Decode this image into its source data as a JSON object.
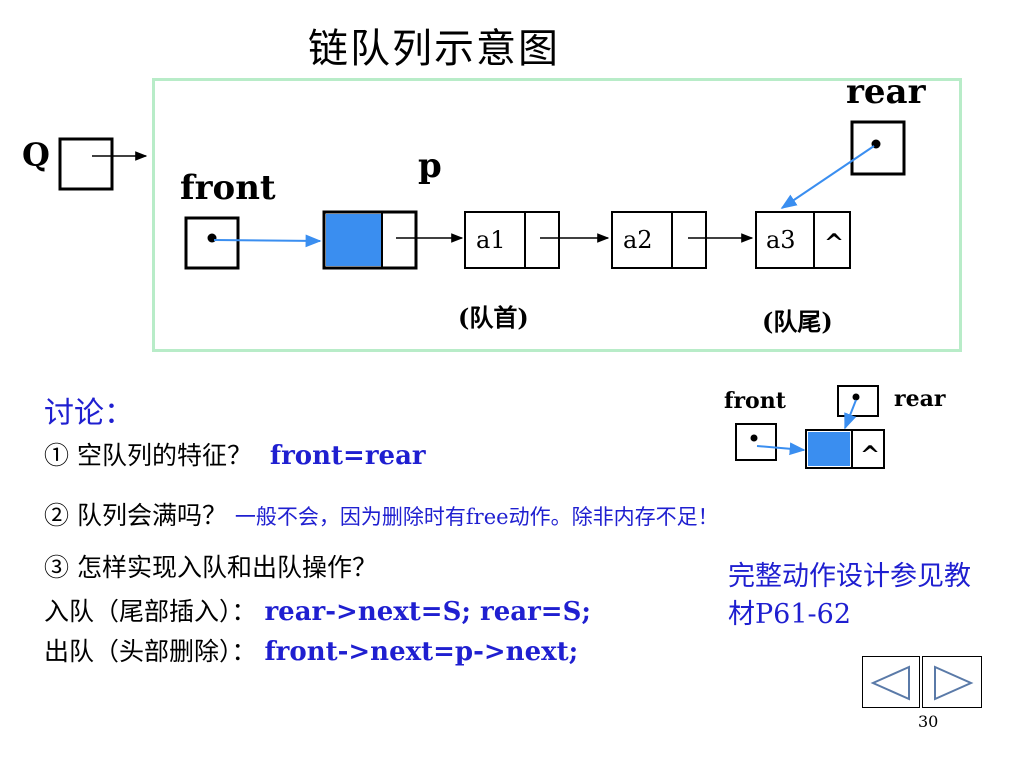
{
  "title": "链队列示意图",
  "diagram": {
    "q_label": "Q",
    "front_label": "front",
    "rear_label": "rear",
    "p_label": "p",
    "nodes": [
      "a1",
      "a2",
      "a3"
    ],
    "null_mark": "^",
    "head_caption": "(队首)",
    "tail_caption": "(队尾)"
  },
  "discussion": {
    "heading": "讨论：",
    "q1_prefix": "①  空队列的特征？",
    "q1_answer": "front=rear",
    "q2_prefix": "② 队列会满吗？",
    "q2_answer": "一般不会，因为删除时有free动作。除非内存不足！",
    "q3": "③ 怎样实现入队和出队操作？",
    "enqueue_prefix": "入队（尾部插入）：",
    "enqueue_code": "rear->next=S; rear=S;",
    "dequeue_prefix": "出队（头部删除）：",
    "dequeue_code": "front->next=p->next;"
  },
  "note": "完整动作设计参见教材P61-62",
  "mini_diagram": {
    "front_label": "front",
    "rear_label": "rear",
    "null_mark": "^"
  },
  "navigation": {
    "prev_icon": "triangle-left-icon",
    "next_icon": "triangle-right-icon"
  },
  "page_number": "30",
  "colors": {
    "frame_border": "#b8ecc8",
    "head_fill": "#3a8ef0",
    "pointer_arrow": "#3a8ef0",
    "answer_text": "#1f1fd0"
  }
}
